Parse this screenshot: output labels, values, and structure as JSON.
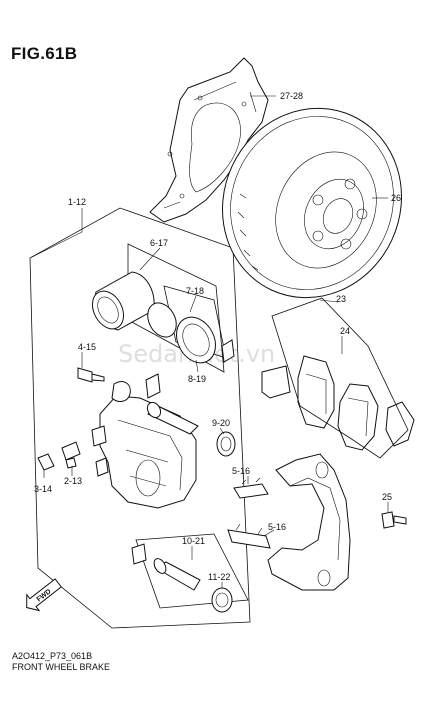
{
  "figure": {
    "title": "FIG.61B",
    "code": "A2O412_P73_061B",
    "name": "FRONT WHEEL BRAKE",
    "watermark": "Sedanviet.vn",
    "direction_label": "FWD"
  },
  "callouts": {
    "c27_28": "27-28",
    "c26": "26",
    "c1_12": "1-12",
    "c6_17": "6-17",
    "c7_18": "7-18",
    "c8_19": "8-19",
    "c4_15": "4-15",
    "c9_20": "9-20",
    "c5_16a": "5-16",
    "c5_16b": "5-16",
    "c3_14": "3-14",
    "c2_13": "2-13",
    "c23": "23",
    "c24": "24",
    "c25": "25",
    "c10_21": "10-21",
    "c11_22": "11-22"
  }
}
